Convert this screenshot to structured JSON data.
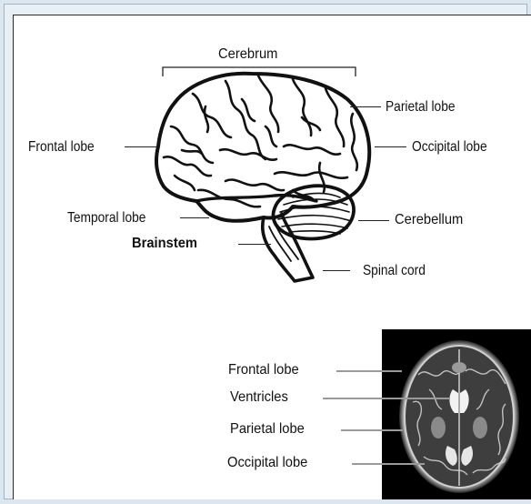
{
  "diagram": {
    "colors": {
      "page_bg": "#dbe6ee",
      "panel_bg": "#ffffff",
      "ink": "#111111",
      "leader_grey": "#9a9a9a",
      "mri_bg": "#000000"
    },
    "brain_labels": {
      "cerebrum": "Cerebrum",
      "parietal": "Parietal lobe",
      "frontal": "Frontal lobe",
      "occipital": "Occipital lobe",
      "temporal": "Temporal lobe",
      "cerebellum": "Cerebellum",
      "brainstem": "Brainstem",
      "spinal": "Spinal cord"
    },
    "mri_labels": {
      "frontal": "Frontal lobe",
      "ventricles": "Ventricles",
      "parietal": "Parietal lobe",
      "occipital": "Occipital lobe"
    }
  }
}
